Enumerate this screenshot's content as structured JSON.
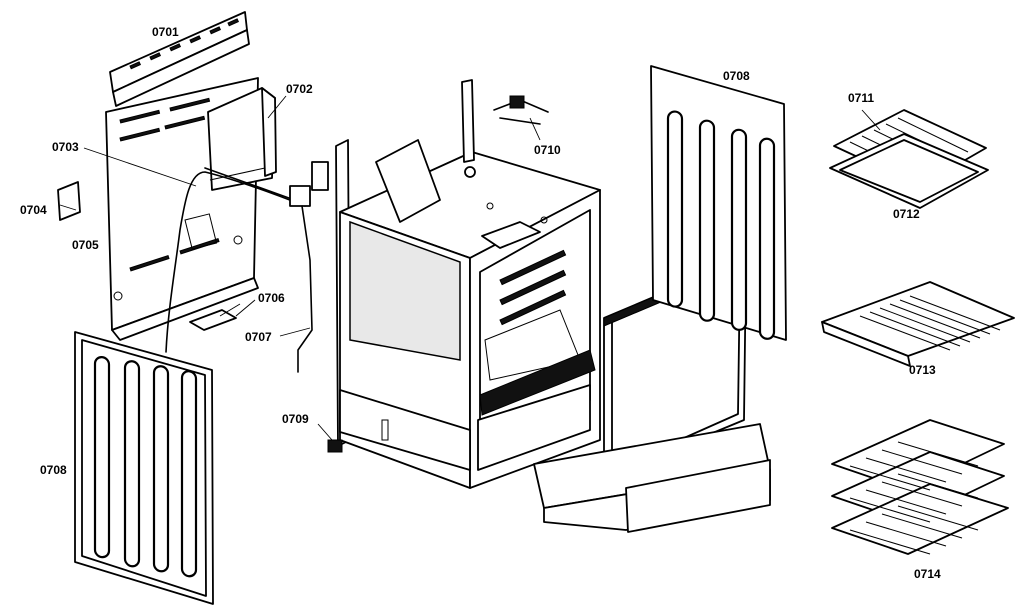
{
  "labels": {
    "p0701": "0701",
    "p0702": "0702",
    "p0703": "0703",
    "p0704": "0704",
    "p0705": "0705",
    "p0706": "0706",
    "p0707": "0707",
    "p0708_left": "0708",
    "p0708_right": "0708",
    "p0709": "0709",
    "p0710": "0710",
    "p0711": "0711",
    "p0712": "0712",
    "p0713": "0713",
    "p0714": "0714"
  }
}
